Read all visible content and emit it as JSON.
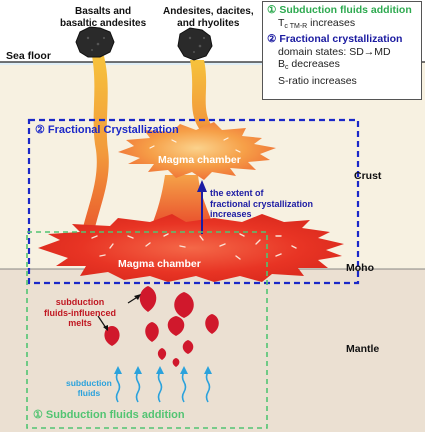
{
  "rock_labels": {
    "basalts": [
      "Basalts and",
      "basaltic andesites"
    ],
    "andesites": [
      "Andesites, dacites,",
      "and rhyolites"
    ]
  },
  "regions": {
    "sea_floor": "Sea floor",
    "crust": "Crust",
    "moho": "Moho",
    "mantle": "Mantle"
  },
  "chambers": {
    "upper": "Magma chamber",
    "lower": "Magma chamber"
  },
  "boxes": {
    "fractional_title": "② Fractional Crystallization",
    "subduction_title": "① Subduction fluids addition"
  },
  "arrow_note": [
    "the extent of",
    "fractional crystallization",
    "increases"
  ],
  "melts_label": [
    "subduction",
    "fluids-influenced",
    "melts"
  ],
  "fluids_label": [
    "subduction",
    "fluids"
  ],
  "legend": {
    "item1_title": "① Subduction fluids addition",
    "item1_line_pre": "T",
    "item1_line_sub": "c TM-R",
    "item1_line_post": " increases",
    "item2_title": "② Fractional crystallization",
    "item2_line1": "domain states: SD→MD",
    "item2_line2_pre": "B",
    "item2_line2_sub": "c",
    "item2_line2_post": " decreases",
    "item2_line3": "S-ratio increases"
  },
  "colors": {
    "sea": "#dfeef6",
    "crust": "#f7f1e1",
    "mantle": "#ebe0d2",
    "magma_dark": "#e0301c",
    "magma_light": "#f7a640",
    "blue_box": "#1b28c8",
    "green_box": "#52c472",
    "arrow": "#1c1ca4",
    "fluid": "#2ba2dc",
    "drop": "#d0182c"
  }
}
